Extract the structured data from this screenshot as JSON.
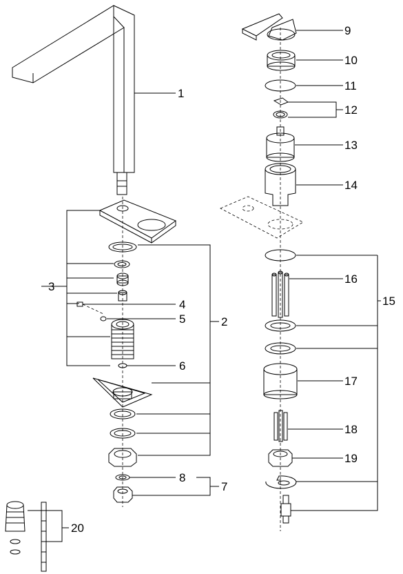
{
  "diagram": {
    "part_numbers": [
      "1",
      "2",
      "3",
      "4",
      "5",
      "6",
      "7",
      "8",
      "9",
      "10",
      "11",
      "12",
      "13",
      "14",
      "15",
      "16",
      "17",
      "18",
      "19",
      "20"
    ]
  }
}
